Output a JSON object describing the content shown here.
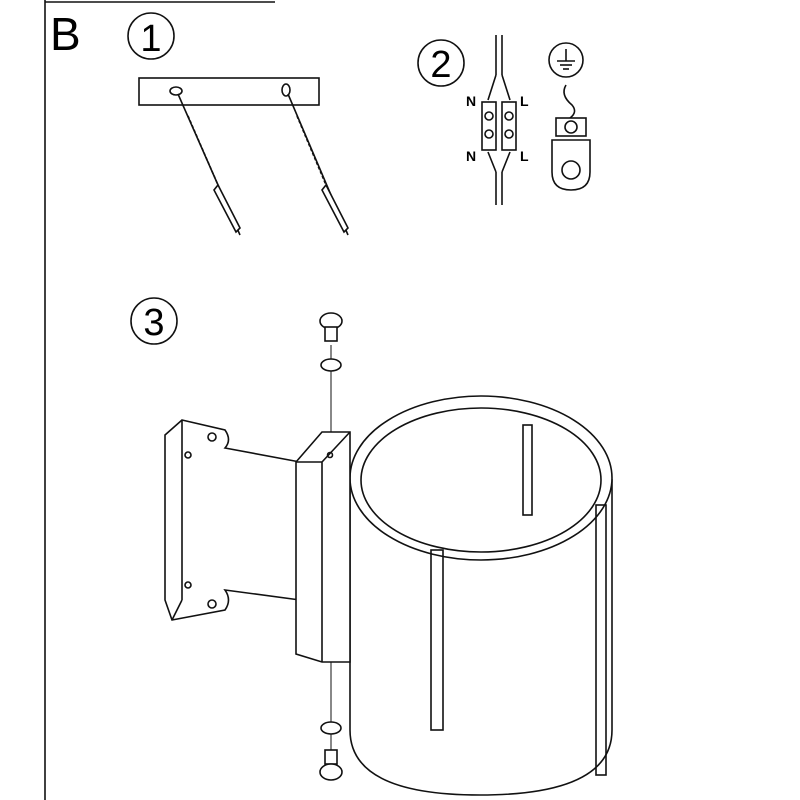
{
  "section_letter": "B",
  "steps": [
    {
      "number": "1"
    },
    {
      "number": "2",
      "wire_labels": {
        "top_left": "N",
        "top_right": "L",
        "bottom_left": "N",
        "bottom_right": "L"
      }
    },
    {
      "number": "3"
    }
  ],
  "icons": [
    "ground-symbol-icon"
  ]
}
